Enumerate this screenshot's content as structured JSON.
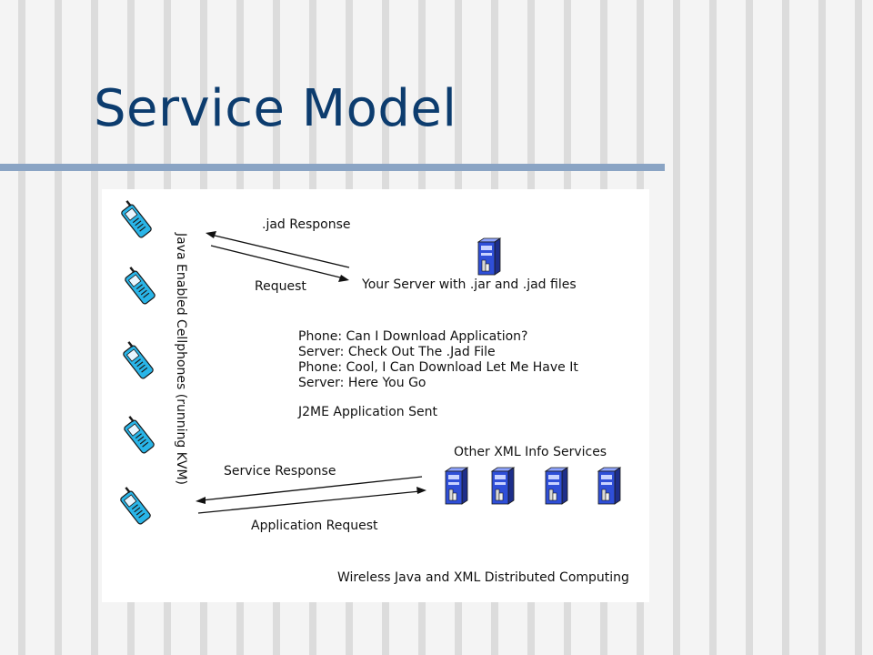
{
  "slide": {
    "title": "Service Model"
  },
  "diagram": {
    "jad_response_label": ".jad Response",
    "request_label": "Request",
    "server_label": "Your Server with .jar and .jad files",
    "dialogue": [
      "Phone: Can I Download Application?",
      "Server: Check Out The .Jad File",
      "Phone: Cool, I Can Download Let Me Have It",
      "Server: Here You Go"
    ],
    "app_sent": "J2ME Application Sent",
    "other_services_label": "Other XML Info Services",
    "service_response_label": "Service Response",
    "application_request_label": "Application Request",
    "phones_label": "Java Enabled Cellphones (running KVM)",
    "caption": "Wireless Java and XML Distributed Computing",
    "phone_icon": "cellphone-icon",
    "server_icon": "server-tower-icon"
  },
  "colors": {
    "title": "#0c3c6e",
    "rule": "#8aa4c4",
    "phone_body": "#29b5e8",
    "server_body": "#2f4fd8"
  }
}
